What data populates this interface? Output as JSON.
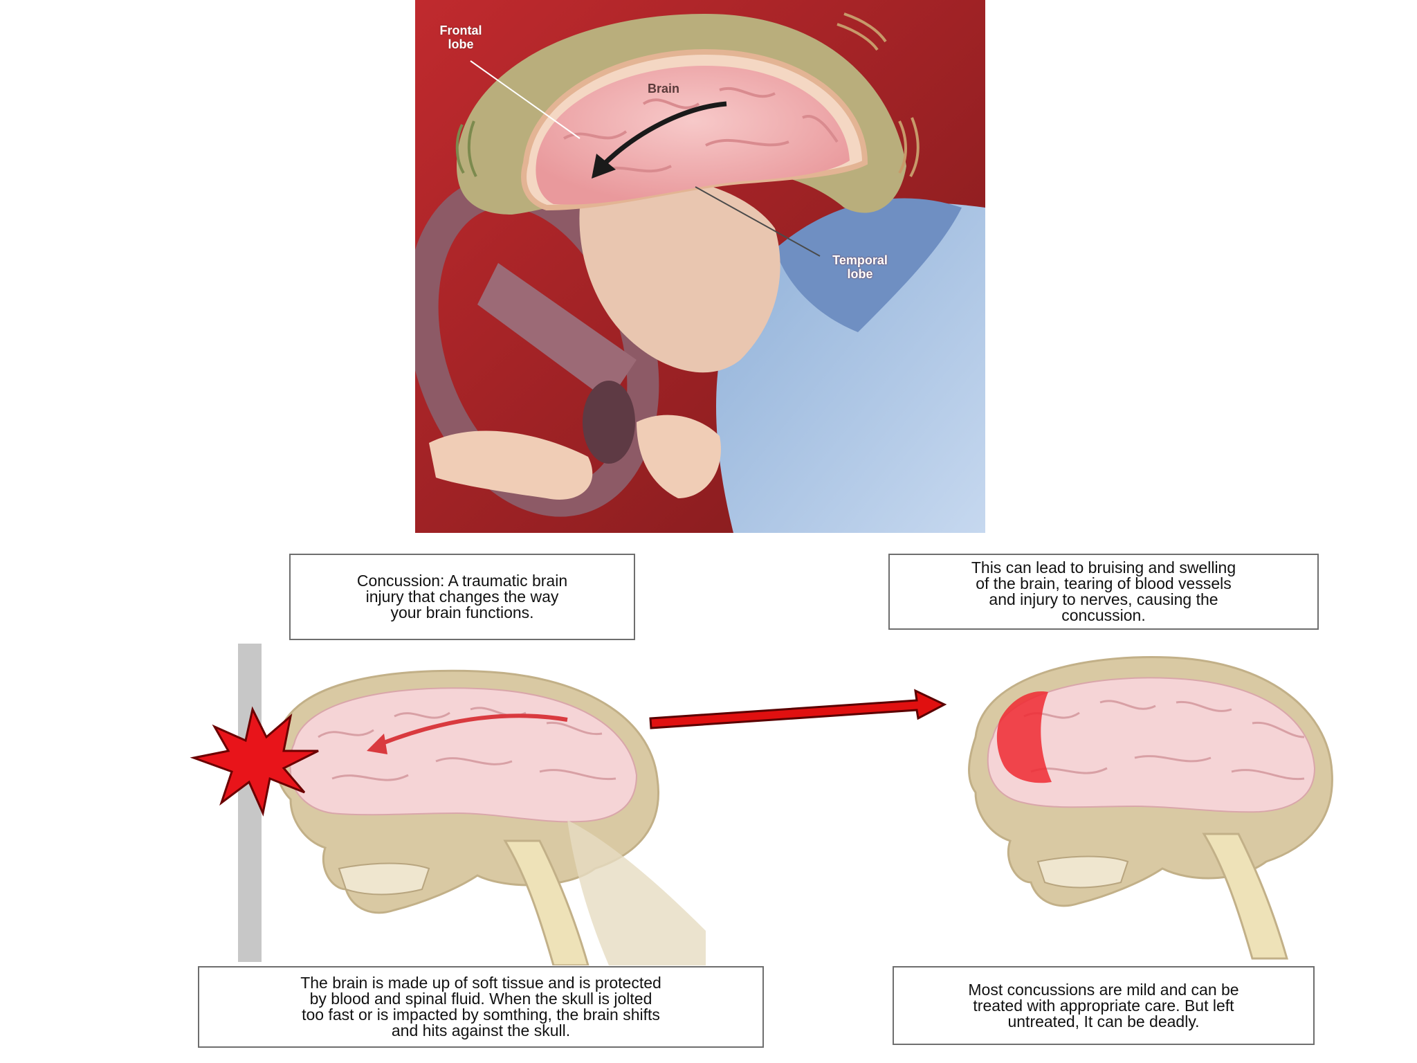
{
  "illustration": {
    "labels": {
      "frontal_lobe": "Frontal\nlobe",
      "brain": "Brain",
      "temporal_lobe": "Temporal\nlobe"
    }
  },
  "captions": {
    "definition": "Concussion: A traumatic brain\ninjury that changes the way\nyour brain functions.",
    "consequence": "This can lead to bruising and swelling\nof the brain, tearing of blood vessels\nand injury to nerves, causing the\nconcussion.",
    "mechanism": "The brain is made up of soft tissue and is protected\nby blood and spinal fluid. When the skull  is jolted\ntoo fast or is impacted by somthing, the brain shifts\nand hits against the skull.",
    "prognosis": "Most concussions are mild and can be\ntreated with appropriate care. But left\nuntreated, It can be deadly."
  },
  "colors": {
    "background_red": "#b8262a",
    "brain_pink": "#f2b6b8",
    "skull_tan": "#d9c9a3",
    "impact_red": "#e8141a",
    "arrow_red": "#e01010"
  }
}
